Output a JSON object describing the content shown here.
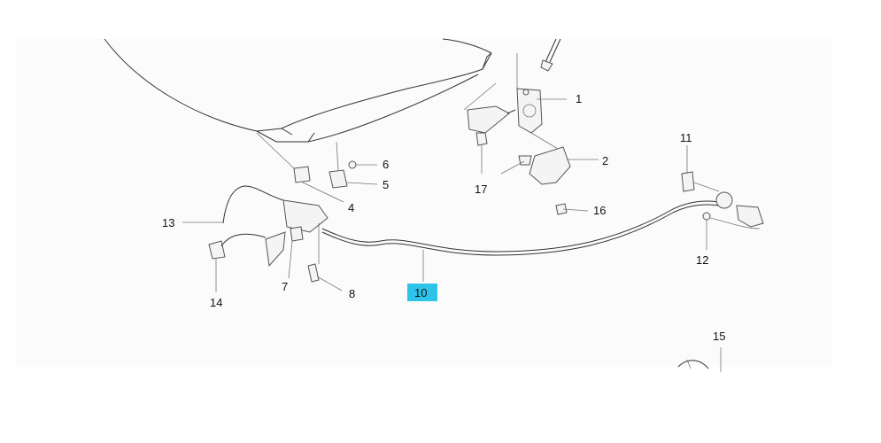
{
  "diagram": {
    "highlight_color": "#2ec4ea",
    "callouts": [
      {
        "id": "c1",
        "label": "1"
      },
      {
        "id": "c2",
        "label": "2"
      },
      {
        "id": "c4",
        "label": "4"
      },
      {
        "id": "c5",
        "label": "5"
      },
      {
        "id": "c6",
        "label": "6"
      },
      {
        "id": "c7",
        "label": "7"
      },
      {
        "id": "c8",
        "label": "8"
      },
      {
        "id": "c10",
        "label": "10",
        "highlighted": true
      },
      {
        "id": "c11",
        "label": "11"
      },
      {
        "id": "c12",
        "label": "12"
      },
      {
        "id": "c13",
        "label": "13"
      },
      {
        "id": "c14",
        "label": "14"
      },
      {
        "id": "c15",
        "label": "15"
      },
      {
        "id": "c16",
        "label": "16"
      },
      {
        "id": "c17",
        "label": "17"
      }
    ]
  }
}
